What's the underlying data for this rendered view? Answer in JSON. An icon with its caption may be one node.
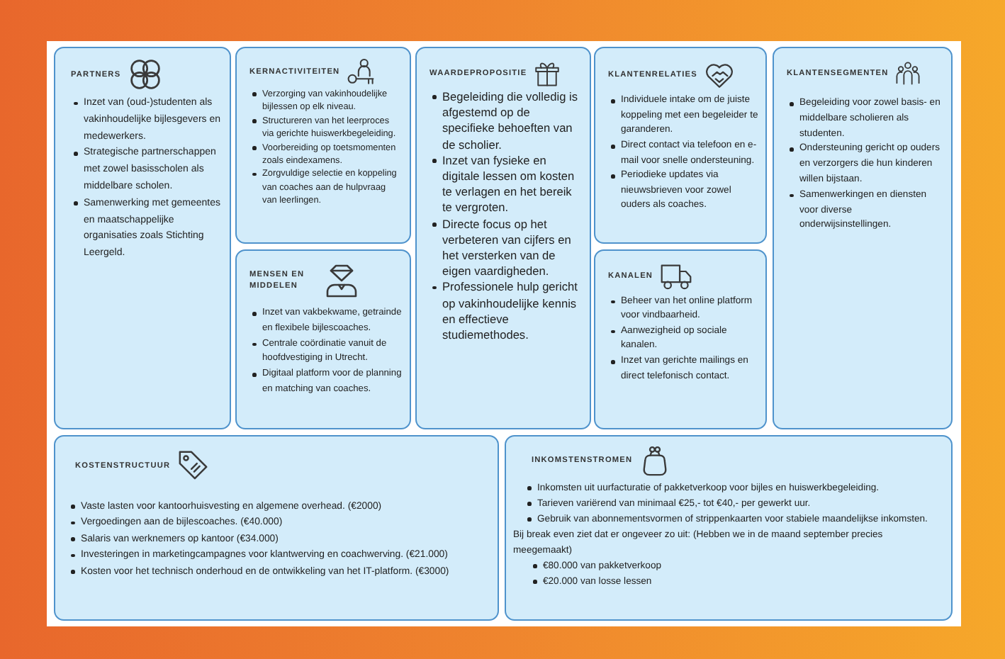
{
  "diagram": {
    "nodes": [
      {
        "text": [
          "PARTNERS",
          "Inzet van (oud-)studenten als vakinhoudelijke bijlesgevers en medewerkers.",
          "Strategische partnerschappen met zowel basisscholen als middelbare scholen.",
          "Samenwerking met gemeentes en maatschappelijke organisaties zoals Stichting Leergeld."
        ]
      },
      {
        "text": [
          "KERNACTIVITEITEN",
          "Verzorging van vakinhoudelijke bijlessen op elk niveau.",
          "Structureren van het leerproces via gerichte huiswerkbegeleiding.",
          "Voorbereiding op toetsmomenten zoals eindexamens.",
          "Zorgvuldige selectie en koppeling van coaches aan de hulpvraag van leerlingen."
        ]
      },
      {
        "text": [
          "WAARDEPROPOSITIE",
          "Begeleiding die volledig is afgestemd op de specifieke behoeften van de scholier.",
          "Inzet van fysieke en digitale lessen om kosten te verlagen en het bereik te vergroten.",
          "Directe focus op het verbeteren van cijfers en het versterken van de eigen vaardigheden.",
          "Professionele hulp gericht op vakinhoudelijke kennis en effectieve studiemethodes."
        ]
      },
      {
        "text": [
          "KLANTENRELATIES",
          "Individuele intake om de juiste koppeling met een begeleider te garanderen.",
          "Direct contact via telefoon en e-mail voor snelle ondersteuning.",
          "Periodieke updates via nieuwsbrieven voor zowel ouders als coaches."
        ]
      },
      {
        "text": [
          "KLANTENSEGMENTEN",
          "Begeleiding voor zowel basis- en middelbare scholieren als studenten.",
          "Ondersteuning gericht op ouders en verzorgers die hun kinderen willen bijstaan.",
          "Samenwerkingen en diensten voor diverse onderwijsinstellingen."
        ]
      },
      {
        "text": [
          "MENSEN EN MIDDELEN",
          "Inzet van vakbekwame, getrainde en flexibele bijlescoaches.",
          "Centrale coördinatie vanuit de hoofdvestiging in Utrecht.",
          "Digitaal platform voor de planning en matching van coaches."
        ]
      },
      {
        "text": [
          "KANALEN",
          "Beheer van het online platform voor vindbaarheid.",
          "Aanwezigheid op sociale kanalen.",
          "Inzet van gerichte mailings en direct telefonisch contact."
        ]
      },
      {
        "text": [
          "KOSTENSTRUCTUUR",
          "Vaste lasten voor kantoorhuisvesting en algemene overhead. (€2000)",
          "Vergoedingen aan de bijlescoaches. (€40.000)",
          "Salaris van werknemers op kantoor (€34.000)",
          "Investeringen in marketingcampagnes voor klantwerving en coachwerving. (€21.000)",
          "Kosten voor het technisch onderhoud en de ontwikkeling van het IT-platform. (€3000)"
        ]
      },
      {
        "text": [
          "INKOMSTENSTROMEN",
          "Inkomsten uit uurfacturatie of pakketverkoop voor bijles en huiswerkbegeleiding.",
          "Tarieven variërend van minimaal €25,- tot €40,- per gewerkt uur.",
          "Gebruik van abonnementsvormen of strippenkaarten voor stabiele maandelijkse inkomsten.",
          "Bij break even ziet dat er ongeveer zo uit: (Hebben we in de maand september precies meegemaakt)",
          "€80.000 van pakketverkoop",
          "€20.000 van losse lessen"
        ]
      }
    ]
  }
}
